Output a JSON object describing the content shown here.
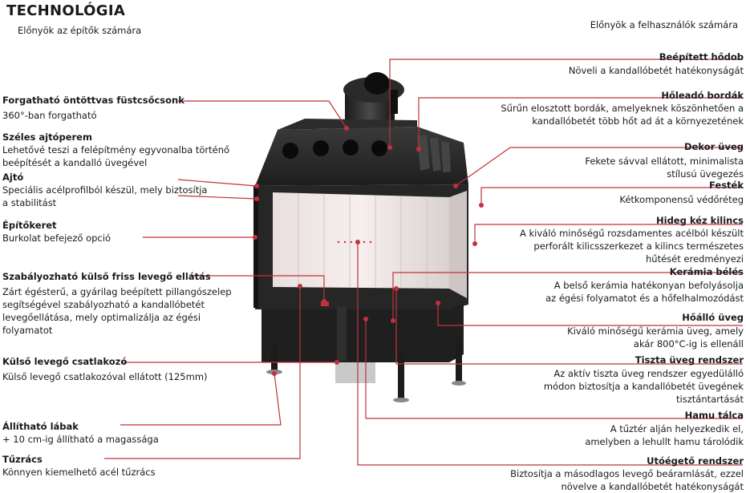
{
  "title": "TECHNOLÓGIA",
  "subtitle_left": "Előnyök az építők számára",
  "subtitle_right": "Előnyök a felhasználók számára",
  "left_features": [
    {
      "heading": "Forgatható öntöttvas füstcsőcsonk",
      "description": "360°-ban forgatható"
    },
    {
      "heading": "Széles ajtóperem",
      "description": "Lehetővé teszi a felépítmény egyvonalba történő\nbeépítését a kandalló üvegével"
    },
    {
      "heading": "Ajtó",
      "description": "Speciális acélprofilból készül, mely biztosítja\na stabilitást"
    },
    {
      "heading": "Építőkeret",
      "description": "Burkolat befejező opció"
    },
    {
      "heading": "Szabályozható külső friss levegő ellátás",
      "description": "Zárt égésterű, a gyárilag beépített pillangószelep\nsegítségével szabályozható a kandallóbetét\nlevegőellátása, mely optimalizálja az égési folyamatot"
    },
    {
      "heading": "Külső levegő csatlakozó",
      "description": "Külső levegő csatlakozóval ellátott (125mm)"
    },
    {
      "heading": "Állítható lábak",
      "description": "+ 10 cm-ig állítható a magassága"
    },
    {
      "heading": "Tűzrács",
      "description": "Könnyen kiemelhető acél tűzrács"
    }
  ],
  "right_features": [
    {
      "heading": "Beépített hődob",
      "description": "Növeli a kandallóbetét hatékonyságát"
    },
    {
      "heading": "Hőleadó bordák",
      "description": "Sűrűn elosztott bordák, amelyeknek köszönhetően a\nkandallóbetét több hőt ad át a környezetének"
    },
    {
      "heading": "Dekor üveg",
      "description": "Fekete sávval ellátott, minimalista\nstílusú üvegezés"
    },
    {
      "heading": "Festék",
      "description": "Kétkomponensű védőréteg"
    },
    {
      "heading": "Hideg kéz kilincs",
      "description": "A kiváló minőségű rozsdamentes acélból készült\nperforált kilicsszerkezet a kilincs természetes\nhűtését eredményezi"
    },
    {
      "heading": "Kerámia bélés",
      "description": "A belső kerámia hatékonyan befolyásolja\naz égési folyamatot és a hőfelhalmozódást"
    },
    {
      "heading": "Hőálló üveg",
      "description": "Kiváló minőségű kerámia üveg, amely\nakár 800°C-ig is ellenáll"
    },
    {
      "heading": "Tiszta üveg rendszer",
      "description": "Az aktív tiszta üveg rendszer egyedülálló\nmódon biztosítja a kandallóbetét üvegének\ntisztántartását"
    },
    {
      "heading": "Hamu tálca",
      "description": "A tűztér alján helyezkedik el,\namelyben a lehullt hamu tárolódik"
    },
    {
      "heading": "Utóégető rendszer",
      "description": "Biztosítja a másodlagos levegő beáramlását, ezzel\nnövelve a kandallóbetét hatékonyságát"
    }
  ],
  "colors": {
    "accent": "#c0323c",
    "body": "#2b2b2b",
    "glass_tint": "#f3e6e6"
  },
  "illustration": "fireplace-insert-image"
}
